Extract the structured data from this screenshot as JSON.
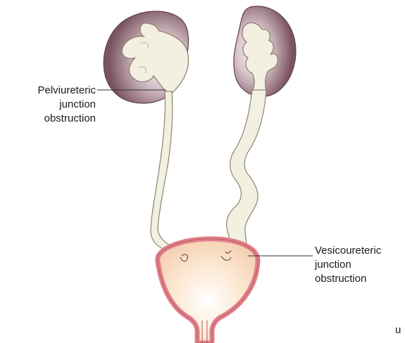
{
  "labels": {
    "pelviureteric": [
      "Pelviureteric",
      "junction",
      "obstruction"
    ],
    "vesicoureteric": [
      "Vesicoureteric",
      "junction",
      "obstruction"
    ]
  },
  "corner_mark": "u",
  "colors": {
    "kidney_outer": "#7a5560",
    "kidney_inner": "#efe6ea",
    "collecting_system": "#f3f0e2",
    "collecting_outline": "#8a8470",
    "bladder_wall": "#e0808a",
    "bladder_fill": "#fde9d4",
    "leader_line": "#333333"
  }
}
